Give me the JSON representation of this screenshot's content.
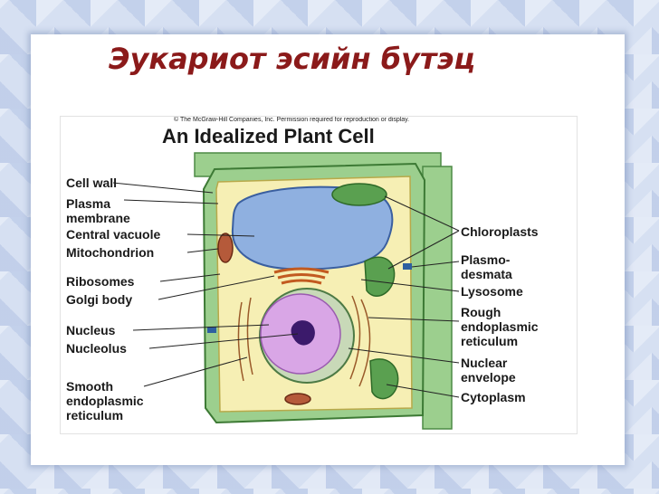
{
  "slide": {
    "title": "Эукариот эсийн бүтэц"
  },
  "figure": {
    "copyright": "© The McGraw-Hill Companies, Inc. Permission required for reproduction or display.",
    "title": "An Idealized Plant Cell",
    "labels_left": [
      {
        "id": "cell-wall",
        "text": "Cell wall"
      },
      {
        "id": "plasma-membrane",
        "text": "Plasma\nmembrane"
      },
      {
        "id": "central-vacuole",
        "text": "Central vacuole"
      },
      {
        "id": "mitochondrion",
        "text": "Mitochondrion"
      },
      {
        "id": "ribosomes",
        "text": "Ribosomes"
      },
      {
        "id": "golgi-body",
        "text": "Golgi body"
      },
      {
        "id": "nucleus",
        "text": "Nucleus"
      },
      {
        "id": "nucleolus",
        "text": "Nucleolus"
      },
      {
        "id": "smooth-er",
        "text": "Smooth\nendoplasmic\nreticulum"
      }
    ],
    "labels_right": [
      {
        "id": "chloroplasts",
        "text": "Chloroplasts"
      },
      {
        "id": "plasmodesmata",
        "text": "Plasmo-\ndesmata"
      },
      {
        "id": "lysosome",
        "text": "Lysosome"
      },
      {
        "id": "rough-er",
        "text": "Rough\nendoplasmic\nreticulum"
      },
      {
        "id": "nuclear-envelope",
        "text": "Nuclear\nenvelope"
      },
      {
        "id": "cytoplasm",
        "text": "Cytoplasm"
      }
    ],
    "colors": {
      "cell_wall": "#9ccf8e",
      "cytoplasm": "#f6efb4",
      "vacuole": "#8fb0e0",
      "nucleus": "#d9a6e6",
      "nucleolus": "#3b1a6b",
      "chloroplast": "#5aa050",
      "golgi": "#e07a3a"
    }
  }
}
